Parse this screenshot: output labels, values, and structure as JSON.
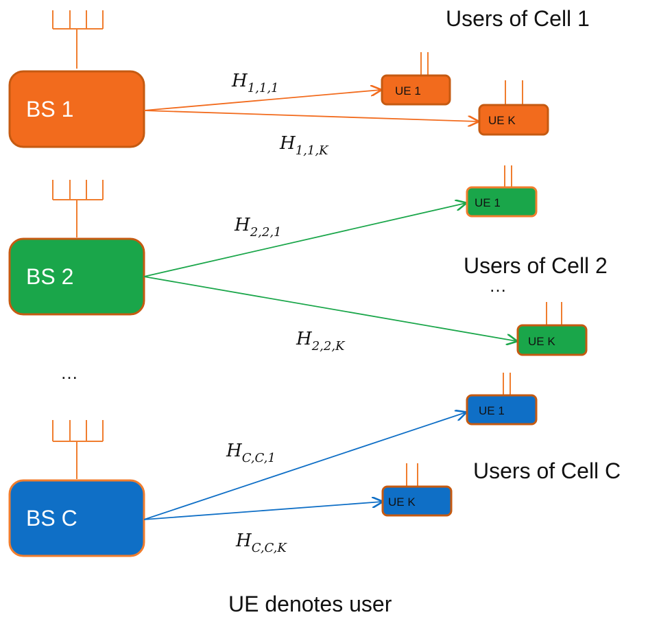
{
  "colors": {
    "orange": "#f26b1d",
    "orange_border": "#c55a11",
    "green": "#1aa64a",
    "blue": "#0f6fc6",
    "ue_border": "#c55a11",
    "antenna": "#f07d2e"
  },
  "cells": [
    {
      "bs_label": "BS 1",
      "users_label": "Users of Cell 1",
      "ue_labels": [
        "UE 1",
        "UE K"
      ],
      "channels": [
        {
          "symbol": "H",
          "sub": "1,1,1"
        },
        {
          "symbol": "H",
          "sub": "1,1,K"
        }
      ]
    },
    {
      "bs_label": "BS 2",
      "users_label": "Users of Cell 2",
      "ue_labels": [
        "UE 1",
        "UE K"
      ],
      "channels": [
        {
          "symbol": "H",
          "sub": "2,2,1"
        },
        {
          "symbol": "H",
          "sub": "2,2,K"
        }
      ]
    },
    {
      "bs_label": "BS C",
      "users_label": "Users of Cell C",
      "ue_labels": [
        "UE 1",
        "UE K"
      ],
      "channels": [
        {
          "symbol": "H",
          "sub": "C,C,1"
        },
        {
          "symbol": "H",
          "sub": "C,C,K"
        }
      ]
    }
  ],
  "ellipsis_bs": "…",
  "ellipsis_users": "…",
  "footnote": "UE denotes user"
}
